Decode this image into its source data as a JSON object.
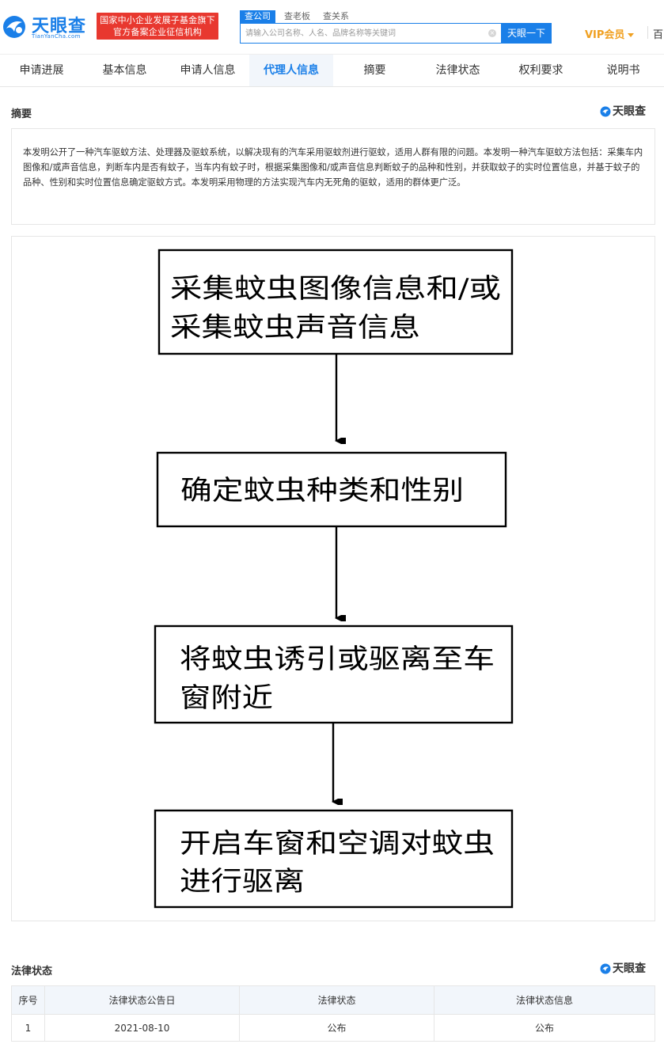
{
  "header": {
    "logo_text": "天眼查",
    "logo_sub": "TianYanCha.com",
    "gov_badge_line1": "国家中小企业发展子基金旗下",
    "gov_badge_line2": "官方备案企业征信机构",
    "search_tabs": [
      "查公司",
      "查老板",
      "查关系"
    ],
    "search_placeholder": "请输入公司名称、人名、品牌名称等关键词",
    "search_button": "天眼一下",
    "vip_label": "VIP会员",
    "more_label": "百"
  },
  "nav": {
    "tabs": [
      "申请进展",
      "基本信息",
      "申请人信息",
      "代理人信息",
      "摘要",
      "法律状态",
      "权利要求",
      "说明书"
    ],
    "active_tab": "代理人信息"
  },
  "abstract_section": {
    "title": "摘要",
    "brand": "天眼查",
    "text": "本发明公开了一种汽车驱蚊方法、处理器及驱蚊系统，以解决现有的汽车采用驱蚊剂进行驱蚊，适用人群有限的问题。本发明一种汽车驱蚊方法包括：采集车内图像和/或声音信息，判断车内是否有蚊子，当车内有蚊子时，根据采集图像和/或声音信息判断蚊子的品种和性别，并获取蚊子的实时位置信息，并基于蚊子的品种、性别和实时位置信息确定驱蚊方式。本发明采用物理的方法实现汽车内无死角的驱蚊，适用的群体更广泛。"
  },
  "flowchart": {
    "steps": [
      {
        "line1": "采集蚊虫图像信息和/或",
        "line2": "采集蚊虫声音信息"
      },
      {
        "line1": "确定蚊虫种类和性别",
        "line2": ""
      },
      {
        "line1": "将蚊虫诱引或驱离至车",
        "line2": "窗附近"
      },
      {
        "line1": "开启车窗和空调对蚊虫",
        "line2": "进行驱离"
      }
    ]
  },
  "legal_section": {
    "title": "法律状态",
    "brand": "天眼查",
    "columns": [
      "序号",
      "法律状态公告日",
      "法律状态",
      "法律状态信息"
    ],
    "rows": [
      [
        "1",
        "2021-08-10",
        "公布",
        "公布"
      ]
    ]
  },
  "colors": {
    "brand_blue": "#1a7fe8",
    "badge_red": "#e8382f",
    "vip_orange": "#f0a020",
    "table_header_bg": "#f2f6fb"
  }
}
